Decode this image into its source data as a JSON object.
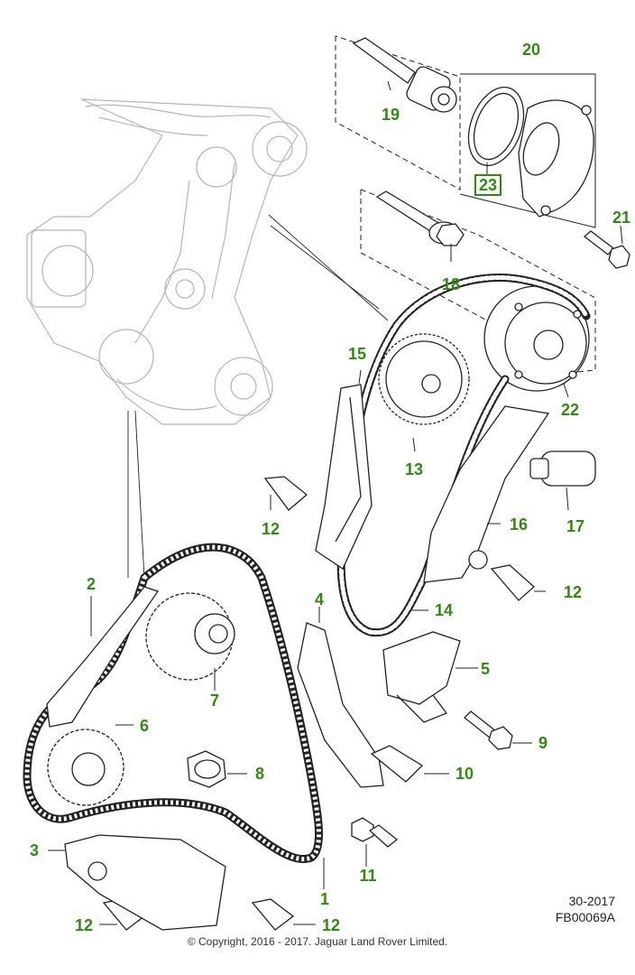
{
  "diagram": {
    "label_color": "#2e8b0e",
    "line_color": "#222222",
    "ghost_color": "#b5b5b5",
    "callouts": [
      {
        "id": "c1",
        "text": "1"
      },
      {
        "id": "c2",
        "text": "2"
      },
      {
        "id": "c3",
        "text": "3"
      },
      {
        "id": "c4",
        "text": "4"
      },
      {
        "id": "c5",
        "text": "5"
      },
      {
        "id": "c6",
        "text": "6"
      },
      {
        "id": "c7",
        "text": "7"
      },
      {
        "id": "c8",
        "text": "8"
      },
      {
        "id": "c9",
        "text": "9"
      },
      {
        "id": "c10",
        "text": "10"
      },
      {
        "id": "c11",
        "text": "11"
      },
      {
        "id": "c12a",
        "text": "12"
      },
      {
        "id": "c12b",
        "text": "12"
      },
      {
        "id": "c12c",
        "text": "12"
      },
      {
        "id": "c12d",
        "text": "12"
      },
      {
        "id": "c13",
        "text": "13"
      },
      {
        "id": "c14",
        "text": "14"
      },
      {
        "id": "c15",
        "text": "15"
      },
      {
        "id": "c16",
        "text": "16"
      },
      {
        "id": "c17",
        "text": "17"
      },
      {
        "id": "c18",
        "text": "18"
      },
      {
        "id": "c19",
        "text": "19"
      },
      {
        "id": "c20",
        "text": "20"
      },
      {
        "id": "c21",
        "text": "21"
      },
      {
        "id": "c22",
        "text": "22"
      },
      {
        "id": "c23",
        "text": "23",
        "boxed": true
      }
    ]
  },
  "footer": {
    "ref_date": "30-2017",
    "ref_code": "FB00069A",
    "copyright": "© Copyright, 2016 - 2017. Jaguar Land Rover Limited."
  }
}
